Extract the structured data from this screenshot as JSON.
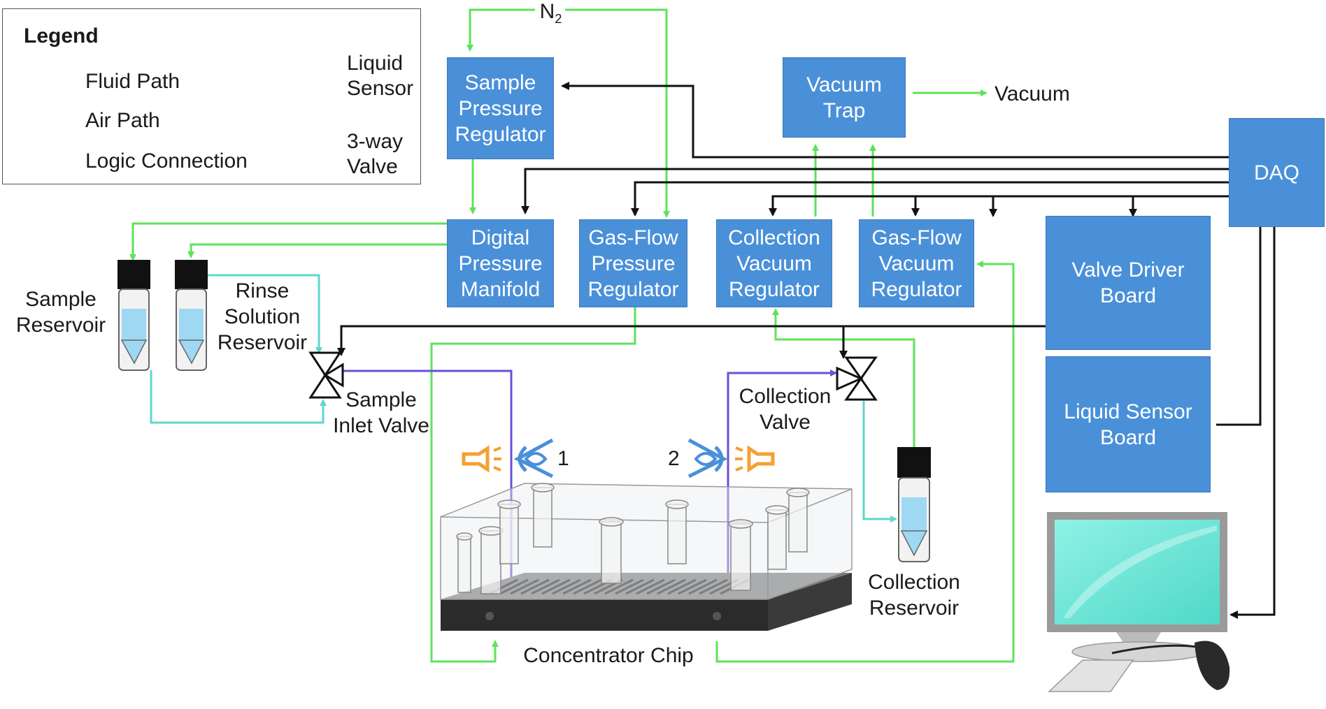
{
  "legend": {
    "title": "Legend",
    "fluid_path": "Fluid Path",
    "air_path": "Air Path",
    "logic_connection": "Logic Connection",
    "liquid_sensor": "Liquid\nSensor",
    "three_way_valve": "3-way\nValve",
    "colors": {
      "fluid_primary": "#6a4fd8",
      "fluid_secondary": "#5fd6cf",
      "air": "#5de35a",
      "logic": "#111111"
    }
  },
  "gas_source": {
    "text": "N",
    "subscript": "2"
  },
  "boxes": {
    "sample_pressure_regulator": "Sample\nPressure\nRegulator",
    "vacuum_trap": "Vacuum\nTrap",
    "daq": "DAQ",
    "digital_pressure_manifold": "Digital\nPressure\nManifold",
    "gas_flow_pressure_regulator": "Gas-Flow\nPressure\nRegulator",
    "collection_vacuum_regulator": "Collection\nVacuum\nRegulator",
    "gas_flow_vacuum_regulator": "Gas-Flow\nVacuum\nRegulator",
    "valve_driver_board": "Valve Driver\nBoard",
    "liquid_sensor_board": "Liquid Sensor\nBoard"
  },
  "labels": {
    "vacuum": "Vacuum",
    "sample_reservoir": "Sample\nReservoir",
    "rinse_solution_reservoir": "Rinse\nSolution\nReservoir",
    "sample_inlet_valve": "Sample\nInlet Valve",
    "collection_valve": "Collection\nValve",
    "collection_reservoir": "Collection\nReservoir",
    "concentrator_chip": "Concentrator Chip",
    "sensor_1": "1",
    "sensor_2": "2"
  },
  "colors": {
    "box_fill": "#4a90d9",
    "sensor_orange": "#f5a030",
    "sensor_blue": "#4a90d9",
    "monitor_screen": "#6ee8d8"
  }
}
